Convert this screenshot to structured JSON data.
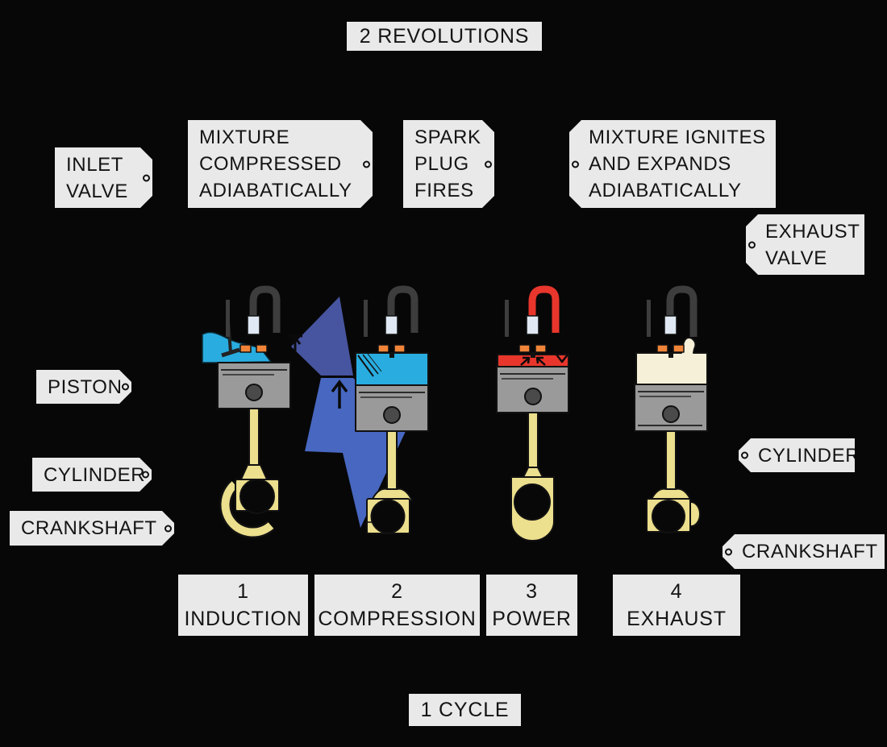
{
  "titles": {
    "revolutions": "2 REVOLUTIONS",
    "cycle": "1 CYCLE"
  },
  "tags": [
    {
      "id": "inlet-valve",
      "lines": [
        "INLET",
        "VALVE"
      ],
      "eyelet": "right"
    },
    {
      "id": "mixture-compressed",
      "lines": [
        "MIXTURE",
        "COMPRESSED",
        "ADIABATICALLY"
      ],
      "eyelet": "right"
    },
    {
      "id": "spark-plug-fires",
      "lines": [
        "SPARK",
        "PLUG",
        "FIRES"
      ],
      "eyelet": "right"
    },
    {
      "id": "mixture-ignites",
      "lines": [
        "MIXTURE IGNITES",
        "AND EXPANDS",
        "ADIABATICALLY"
      ],
      "eyelet": "left"
    },
    {
      "id": "exhaust-valve",
      "lines": [
        "EXHAUST",
        "VALVE"
      ],
      "eyelet": "left"
    },
    {
      "id": "piston",
      "lines": [
        "PISTON"
      ],
      "eyelet": "right"
    },
    {
      "id": "cylinder-left",
      "lines": [
        "CYLINDER"
      ],
      "eyelet": "right"
    },
    {
      "id": "crankshaft-left",
      "lines": [
        "CRANKSHAFT"
      ],
      "eyelet": "right"
    },
    {
      "id": "cylinder-right",
      "lines": [
        "CYLINDER"
      ],
      "eyelet": "left"
    },
    {
      "id": "crankshaft-right",
      "lines": [
        "CRANKSHAFT"
      ],
      "eyelet": "left"
    }
  ],
  "strokes": [
    {
      "number": "1",
      "name": "INDUCTION"
    },
    {
      "number": "2",
      "name": "COMPRESSION"
    },
    {
      "number": "3",
      "name": "POWER"
    },
    {
      "number": "4",
      "name": "EXHAUST"
    }
  ],
  "icons": [
    "lightning-bolt-watermark-icon",
    "up-arrow-icon",
    "spark-plug-icon",
    "inlet-valve-icon",
    "exhaust-valve-icon",
    "piston-icon",
    "crankshaft-icon"
  ],
  "colors": {
    "background": "#070707",
    "label_bg": "#e9e9e9",
    "label_text": "#141414",
    "mixture_blue": "#29ade0",
    "combustion_red": "#e8362c",
    "exhaust_cream": "#f6f0d8",
    "piston_gray": "#9a9a9a",
    "pipe_dark": "#3d3d3d",
    "rod_yellow": "#ecdf8d",
    "valve_seat_orange": "#f08438",
    "spark_plug": "#dfe8f3",
    "bolt_blue_dark": "#47549f",
    "bolt_blue": "#4767c0",
    "outline": "#111111"
  }
}
